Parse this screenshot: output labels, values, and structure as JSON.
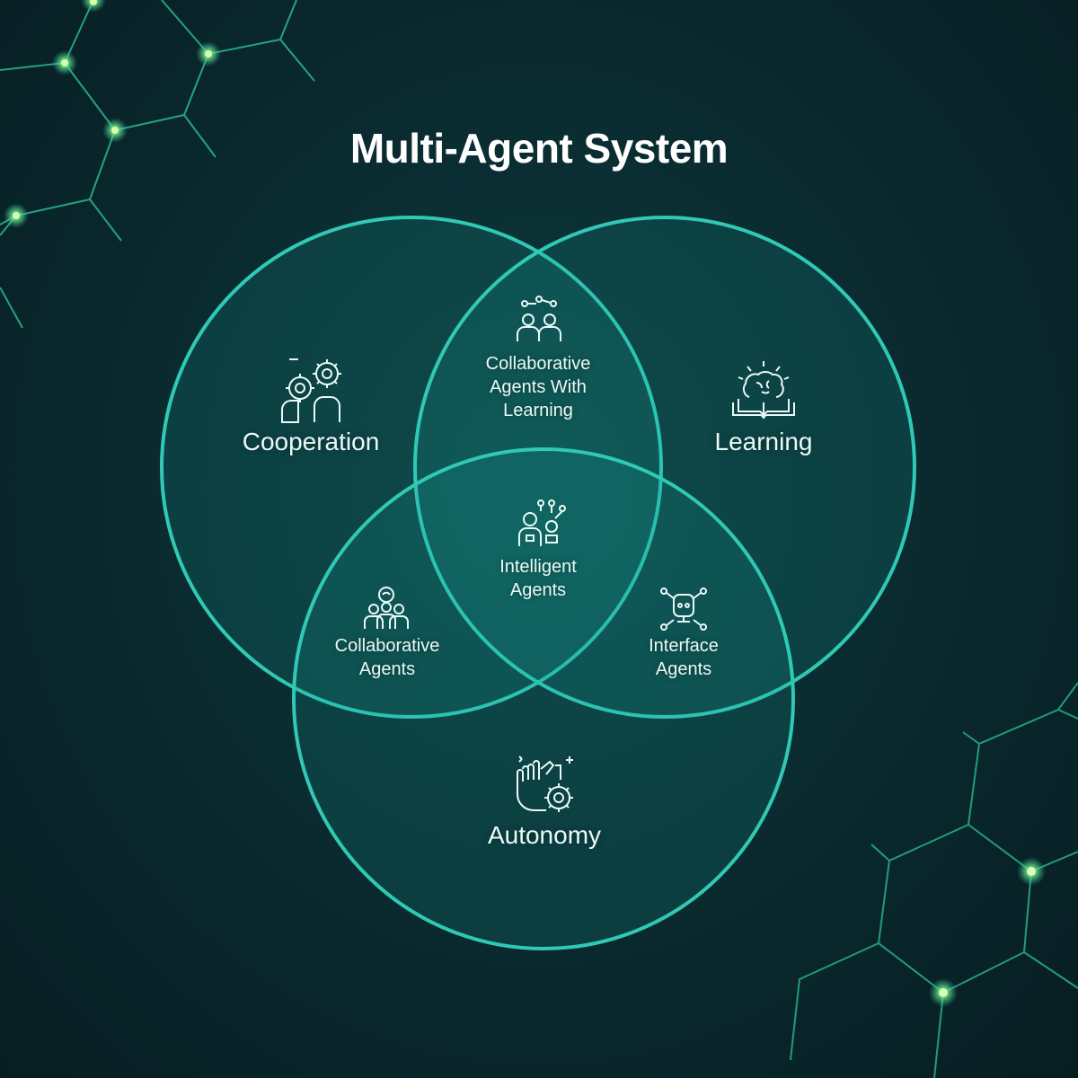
{
  "title": "Multi-Agent System",
  "colors": {
    "background": "#0a2c31",
    "circle_fill": "#17a89b",
    "circle_stroke": "#2fc9b6",
    "network_line": "#2bb894",
    "node_glow": "#8cf58a",
    "text": "#eafaf7"
  },
  "sets": {
    "cooperation": {
      "label": "Cooperation",
      "icon": "people-gears-icon"
    },
    "learning": {
      "label": "Learning",
      "icon": "brain-book-icon"
    },
    "autonomy": {
      "label": "Autonomy",
      "icon": "hand-gear-icon"
    }
  },
  "intersections": {
    "cooperation_learning": {
      "lines": [
        "Collaborative",
        "Agents With",
        "Learning"
      ],
      "icon": "connected-people-icon"
    },
    "cooperation_autonomy": {
      "lines": [
        "Collaborative",
        "Agents"
      ],
      "icon": "team-brain-icon"
    },
    "learning_autonomy": {
      "lines": [
        "Interface",
        "Agents"
      ],
      "icon": "robot-network-icon"
    },
    "all_three": {
      "lines": [
        "Intelligent",
        "Agents"
      ],
      "icon": "agent-robot-icon"
    }
  }
}
